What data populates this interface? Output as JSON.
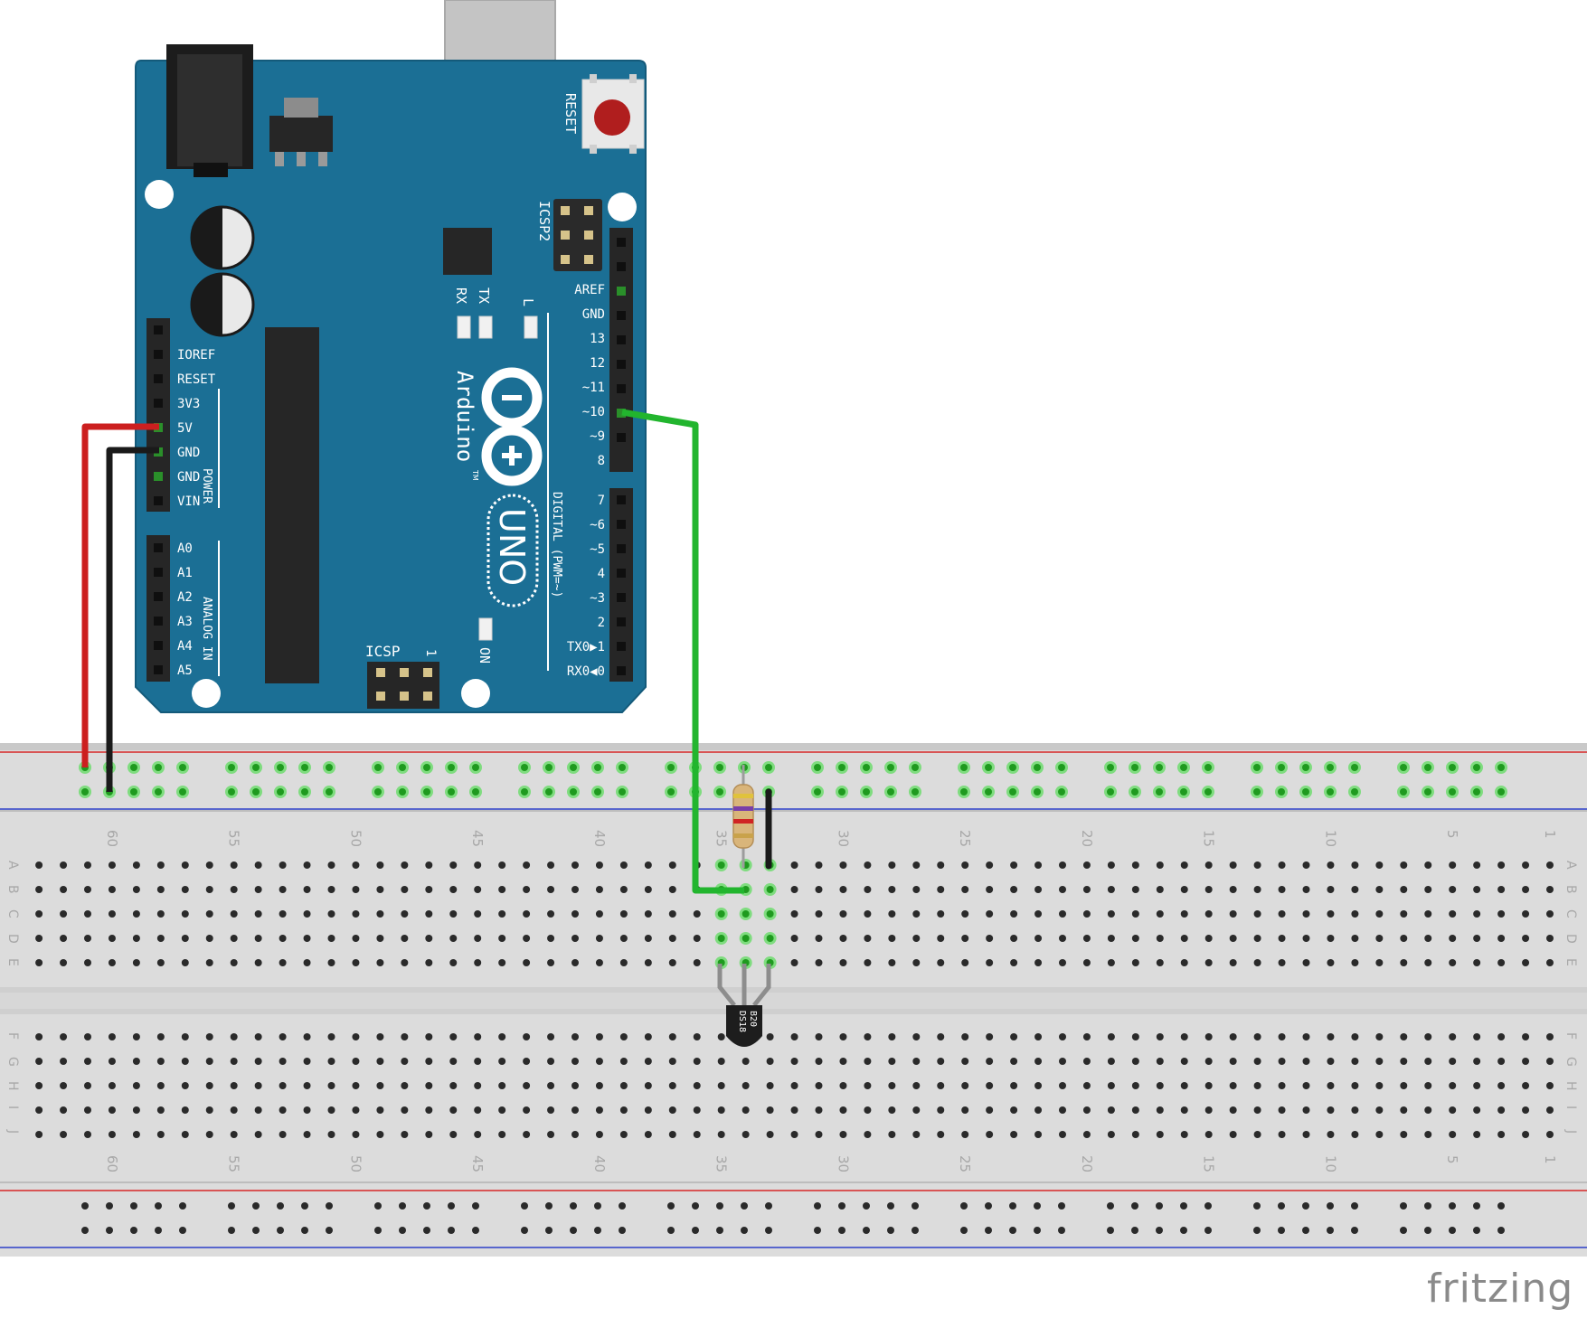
{
  "arduino": {
    "reset_label": "RESET",
    "icsp2_label": "ICSP2",
    "icsp_label": "ICSP",
    "icsp_pin1": "1",
    "led_labels": [
      "RX",
      "TX",
      "L"
    ],
    "on_label": "ON",
    "brand": "Arduino",
    "trademark": "TM",
    "model": "UNO",
    "digital_header_labels": [
      "AREF",
      "GND",
      "13",
      "12",
      "~11",
      "~10",
      "~9",
      "8"
    ],
    "digital_lower_labels": [
      "7",
      "~6",
      "~5",
      "4",
      "~3",
      "2",
      "TX0▶1",
      "RX0◀0"
    ],
    "digital_section_label": "DIGITAL (PWM=~)",
    "power_labels": [
      "IOREF",
      "RESET",
      "3V3",
      "5V",
      "GND",
      "GND",
      "VIN"
    ],
    "power_section_label": "POWER",
    "analog_labels": [
      "A0",
      "A1",
      "A2",
      "A3",
      "A4",
      "A5"
    ],
    "analog_section_label": "ANALOG IN"
  },
  "breadboard": {
    "column_numbers": [
      "60",
      "55",
      "50",
      "45",
      "40",
      "35",
      "30",
      "25",
      "20",
      "15",
      "10",
      "5",
      "1"
    ],
    "row_letters_top": [
      "A",
      "B",
      "C",
      "D",
      "E"
    ],
    "row_letters_bottom": [
      "F",
      "G",
      "H",
      "I",
      "J"
    ]
  },
  "sensor": {
    "label_line1": "DS18",
    "label_line2": "B20"
  },
  "wires": [
    {
      "name": "5V to power rail",
      "color": "#cc1f1f"
    },
    {
      "name": "GND to ground rail",
      "color": "#1a1a1a"
    },
    {
      "name": "Pin 10 to sensor data",
      "color": "#22b52e"
    },
    {
      "name": "Ground jumper",
      "color": "#1a1a1a"
    }
  ],
  "colors": {
    "board": "#1b6f95",
    "breadboard": "#dcdcdc",
    "rail_red": "#d62828",
    "rail_blue": "#2c3fc8",
    "hole_active": "#36c236"
  },
  "watermark": "fritzing"
}
